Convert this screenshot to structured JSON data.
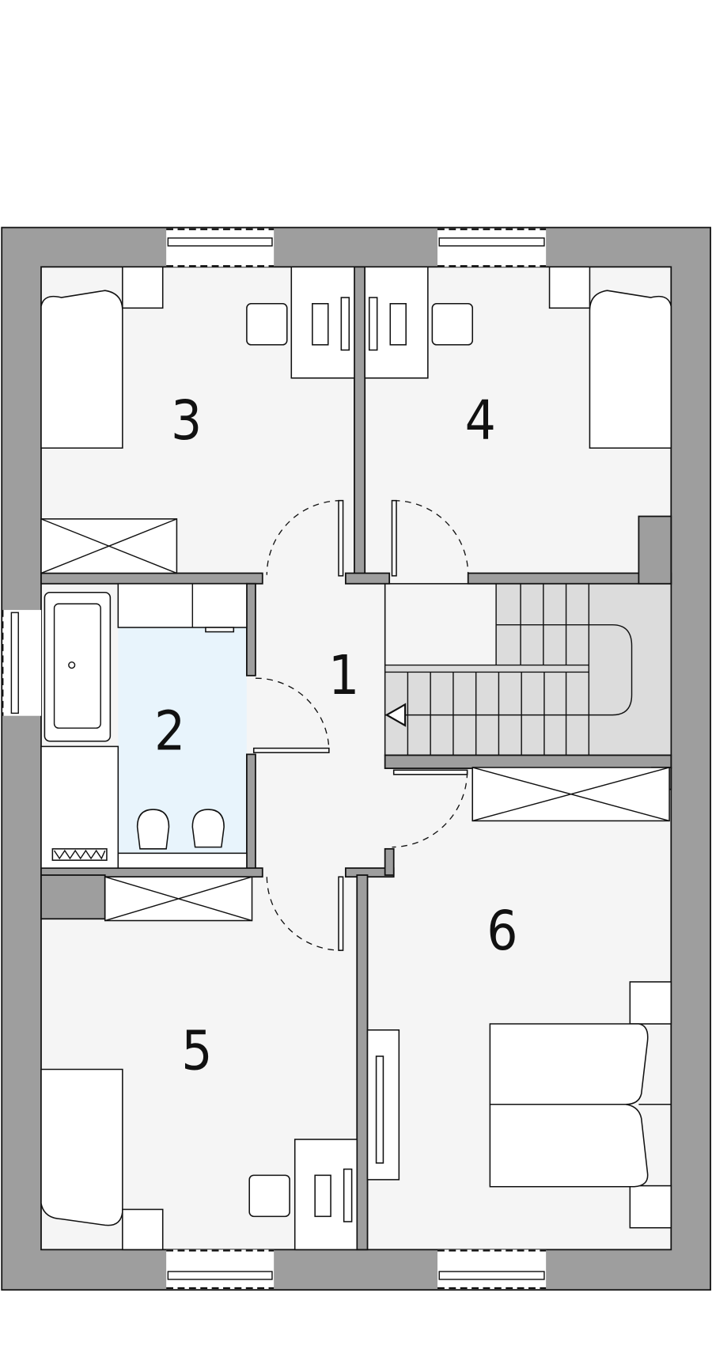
{
  "plan": {
    "rooms": [
      {
        "label": "1"
      },
      {
        "label": "2"
      },
      {
        "label": "3"
      },
      {
        "label": "4"
      },
      {
        "label": "5"
      },
      {
        "label": "6"
      }
    ]
  },
  "colors": {
    "wall": "#9e9e9e",
    "floor": "#f5f5f5",
    "bathroom": "#e8f4fc",
    "stairs": "#dcdcdc",
    "furniture": "#ffffff"
  }
}
